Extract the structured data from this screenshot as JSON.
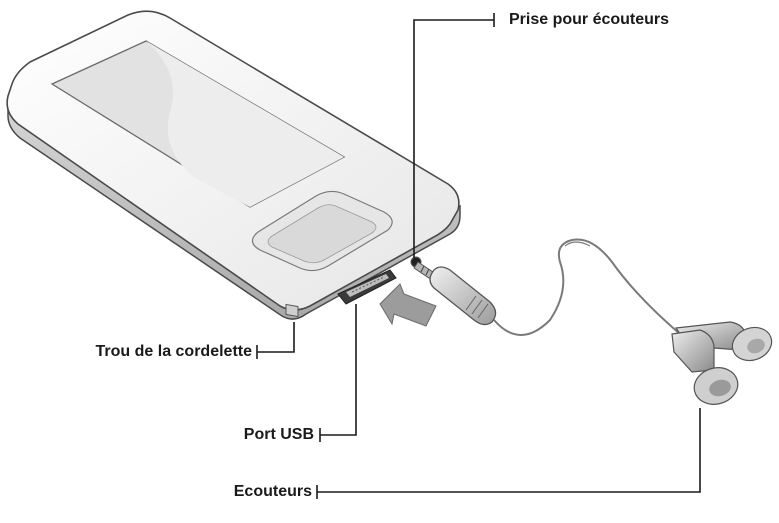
{
  "labels": {
    "headphone_jack": "Prise pour écouteurs",
    "strap_hole": "Trou de la cordelette",
    "usb_port": "Port USB",
    "earphones": "Ecouteurs"
  },
  "colors": {
    "outline": "#4a4a4a",
    "device_body": "#f4f4f4",
    "screen": "#e3e3e3",
    "arrow": "#9a9a9a",
    "leader": "#1a1a1a"
  }
}
